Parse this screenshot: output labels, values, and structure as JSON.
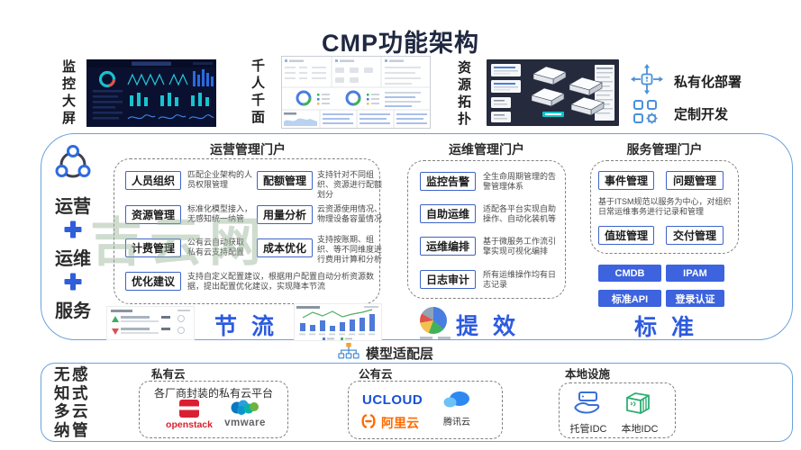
{
  "title": "CMP功能架构",
  "watermark": "吉云网",
  "top": {
    "preview1_label": "监控大屏",
    "preview2_label": "千人千面",
    "preview3_label": "资源拓扑",
    "feature1_label": "私有化部署",
    "feature2_label": "定制开发"
  },
  "main": {
    "left_stack": {
      "item1": "运营",
      "item2": "运维",
      "item3": "服务"
    },
    "portal1": {
      "title": "运营管理门户",
      "btn_people": "人员组织",
      "desc_people": "匹配企业架构的人员权限管理",
      "btn_resource": "资源管理",
      "desc_resource": "标准化模型接入，无感知统一纳管",
      "btn_billing": "计费管理",
      "desc_billing": "公有云自动获取私有云支持配置",
      "btn_advice": "优化建议",
      "desc_advice": "支持自定义配置建议，根据用户配置自动分析资源数据，提出配置优化建议，实现降本节流",
      "btn_quota": "配额管理",
      "desc_quota": "支持针对不同组织、资源进行配额划分",
      "btn_usage": "用量分析",
      "desc_usage": "云资源使用情况、物理设备容量情况",
      "btn_cost": "成本优化",
      "desc_cost": "支持按账期、组织、等不同维度进行费用计算和分析",
      "keyword": "节流"
    },
    "portal2": {
      "title": "运维管理门户",
      "btn_monitor": "监控告警",
      "desc_monitor": "全生命周期管理的告警管理体系",
      "btn_selfops": "自助运维",
      "desc_selfops": "适配各平台实现自助操作、自动化装机等",
      "btn_orchestration": "运维编排",
      "desc_orchestration": "基于微服务工作流引擎实现可视化编排",
      "btn_log": "日志审计",
      "desc_log": "所有运维操作均有日志记录",
      "keyword": "提效"
    },
    "portal3": {
      "title": "服务管理门户",
      "btn_incident": "事件管理",
      "btn_problem": "问题管理",
      "desc": "基于ITSM规范以服务为中心，对组织日常运维事务进行记录和管理",
      "btn_duty": "值班管理",
      "btn_delivery": "交付管理",
      "solid_cmdb": "CMDB",
      "solid_ipam": "IPAM",
      "solid_api": "标准API",
      "solid_auth": "登录认证",
      "keyword": "标准"
    }
  },
  "adapter": {
    "label": "模型适配层"
  },
  "bottom": {
    "left_label": "无感知式多云纳管",
    "private_cloud": {
      "title": "私有云",
      "note": "各厂商封装的私有云平台",
      "logo_openstack": "openstack",
      "logo_vmware": "vmware"
    },
    "public_cloud": {
      "title": "公有云",
      "logo_ucloud": "UCLOUD",
      "logo_aliyun": "阿里云",
      "logo_tencent": "腾讯云"
    },
    "local": {
      "title": "本地设施",
      "item_hosted": "托管IDC",
      "item_local": "本地IDC"
    }
  }
}
